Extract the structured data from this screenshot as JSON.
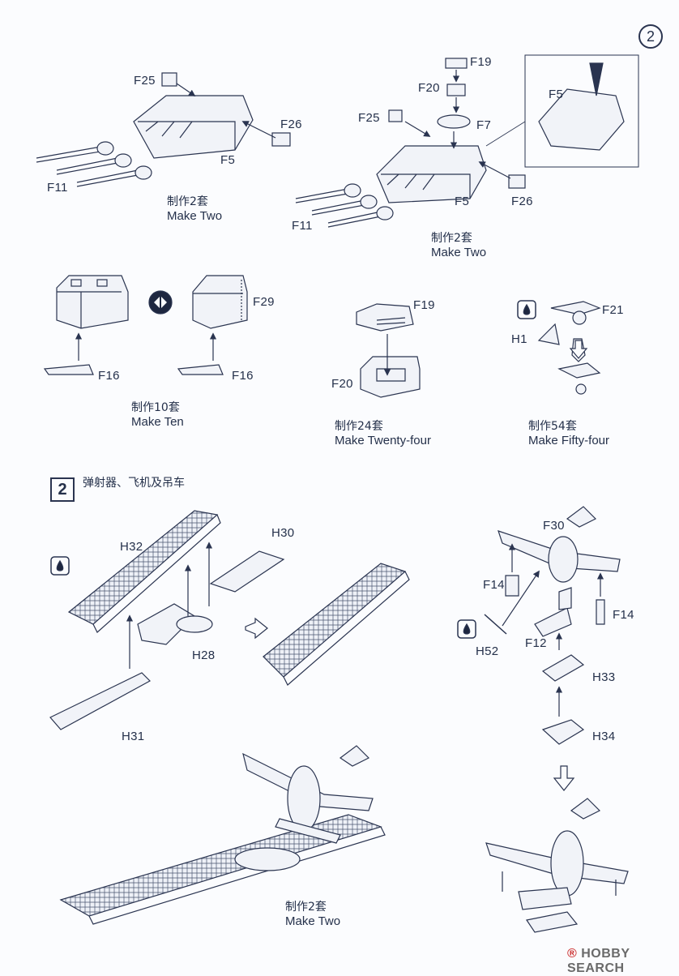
{
  "page": {
    "number": "2"
  },
  "upper": {
    "turret_a": {
      "parts": [
        "F25",
        "F26",
        "F5",
        "F11"
      ],
      "count_cn": "制作2套",
      "count_en": "Make Two"
    },
    "turret_b": {
      "parts": [
        "F19",
        "F20",
        "F25",
        "F7",
        "F5",
        "F5",
        "F11",
        "F26"
      ],
      "count_cn": "制作2套",
      "count_en": "Make Two"
    },
    "mount_c": {
      "parts": [
        "F29",
        "F16",
        "F16"
      ],
      "count_cn": "制作10套",
      "count_en": "Make Ten"
    },
    "mount_d": {
      "parts": [
        "F19",
        "F20"
      ],
      "count_cn": "制作24套",
      "count_en": "Make Twenty-four"
    },
    "mount_e": {
      "parts": [
        "F21",
        "H1"
      ],
      "count_cn": "制作54套",
      "count_en": "Make Fifty-four"
    }
  },
  "step2": {
    "number": "2",
    "title": "弹射器、飞机及吊车",
    "catapult": {
      "parts": [
        "H32",
        "H30",
        "H28",
        "H31"
      ]
    },
    "plane": {
      "parts": [
        "F30",
        "F14",
        "F14",
        "H52",
        "F12",
        "H33",
        "H34"
      ]
    },
    "final_count_cn": "制作2套",
    "final_count_en": "Make Two"
  },
  "watermark": {
    "brand": "HOBBY SEARCH"
  }
}
